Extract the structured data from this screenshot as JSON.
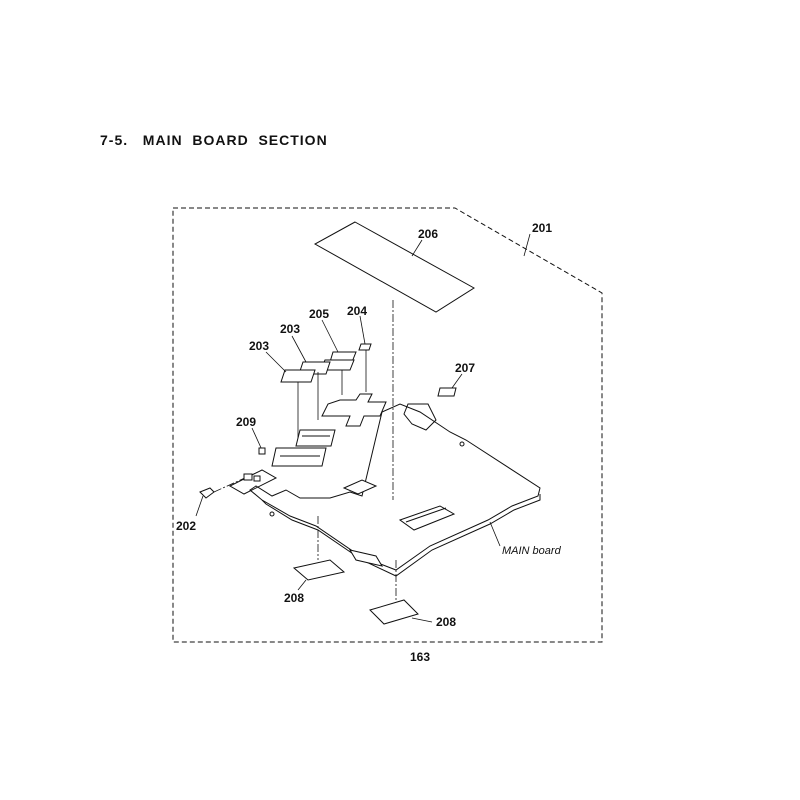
{
  "page": {
    "title": "7-5.   MAIN  BOARD  SECTION",
    "page_number": "163"
  },
  "diagram": {
    "board_label": "MAIN board",
    "callouts": {
      "c201": "201",
      "c202": "202",
      "c203a": "203",
      "c203b": "203",
      "c204": "204",
      "c205": "205",
      "c206": "206",
      "c207": "207",
      "c208a": "208",
      "c208b": "208",
      "c209": "209"
    }
  }
}
